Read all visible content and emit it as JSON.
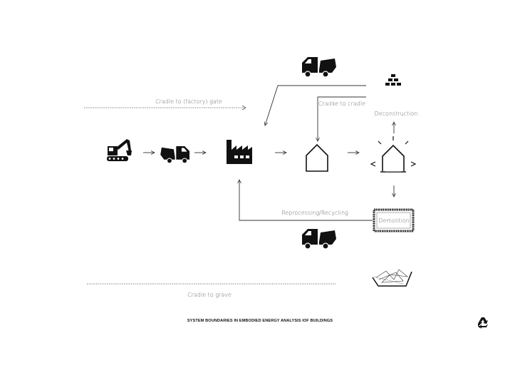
{
  "labels": {
    "cradle_to_gate": "Cradle to (factory) gate",
    "cradle_to_cradle": "Cradke to cradle",
    "deconstruction": "Deconstruction",
    "reprocessing": "Reprocessing/Recycling",
    "demolition": "Demolition",
    "cradle_to_grave": "Cradle to grave"
  },
  "title": "SYSTEM BOUNDARIES IN EMBODIED ENERGY ANALYSIS IOF BUILDINGS",
  "icons": {
    "excavator": "excavator-icon",
    "truck": "truck-icon",
    "factory": "factory-icon",
    "house": "house-icon",
    "bricks": "bricks-icon",
    "recycle": "recycle-icon"
  },
  "colors": {
    "ink": "#111111",
    "label": "#666666"
  }
}
